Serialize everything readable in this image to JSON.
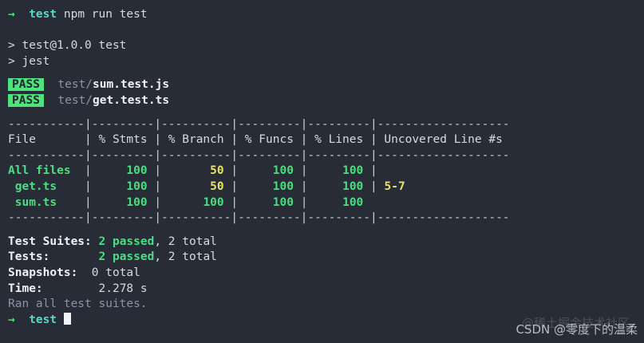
{
  "terminal": {
    "background_color": "#282c37",
    "foreground_color": "#d6dae3",
    "accent_green": "#4ade80",
    "badge_green": "#4ee47c",
    "warn_yellow": "#e5e36a",
    "prompt_symbol": "→",
    "prompt_dir": "test"
  },
  "command_line": {
    "command": "npm run test"
  },
  "npm_output": {
    "line1": "> test@1.0.0 test",
    "line2": "> jest"
  },
  "suites": [
    {
      "status": "PASS",
      "dir": "test/",
      "file": "sum.test.js"
    },
    {
      "status": "PASS",
      "dir": "test/",
      "file": "get.test.ts"
    }
  ],
  "coverage_table": {
    "separator": "-----------|---------|----------|---------|---------|-------------------",
    "headers": [
      "File",
      "% Stmts",
      "% Branch",
      "% Funcs",
      "% Lines",
      "Uncovered Line #s"
    ],
    "header_line": "File       | % Stmts | % Branch | % Funcs | % Lines | Uncovered Line #s ",
    "rows": [
      {
        "name": "All files",
        "name_cell": "All files  ",
        "stmts": "100",
        "branch": "50",
        "funcs": "100",
        "lines": "100",
        "uncovered": "",
        "stmts_cell": "     100 ",
        "branch_cell": "       50 ",
        "funcs_cell": "     100 ",
        "lines_cell": "     100 ",
        "uncovered_cell": "                   ",
        "stmts_state": "ok",
        "branch_state": "warn",
        "funcs_state": "ok",
        "lines_state": "ok"
      },
      {
        "name": "get.ts",
        "name_cell": " get.ts    ",
        "stmts": "100",
        "branch": "50",
        "funcs": "100",
        "lines": "100",
        "uncovered": "5-7",
        "stmts_cell": "     100 ",
        "branch_cell": "       50 ",
        "funcs_cell": "     100 ",
        "lines_cell": "     100 ",
        "uncovered_cell": " 5-7               ",
        "stmts_state": "ok",
        "branch_state": "warn",
        "funcs_state": "ok",
        "lines_state": "ok"
      },
      {
        "name": "sum.ts",
        "name_cell": " sum.ts    ",
        "stmts": "100",
        "branch": "100",
        "funcs": "100",
        "lines": "100",
        "uncovered": "",
        "stmts_cell": "     100 ",
        "branch_cell": "      100 ",
        "funcs_cell": "     100 ",
        "lines_cell": "     100 ",
        "uncovered_cell": "                   ",
        "stmts_state": "ok",
        "branch_state": "ok",
        "funcs_state": "ok",
        "lines_state": "ok"
      }
    ]
  },
  "summary": {
    "test_suites": {
      "label": "Test Suites:",
      "passed": "2 passed",
      "rest": ", 2 total"
    },
    "tests": {
      "label": "Tests:",
      "passed": "2 passed",
      "rest": ", 2 total"
    },
    "snapshots": {
      "label": "Snapshots:",
      "value": "0 total"
    },
    "time": {
      "label": "Time:",
      "value": "2.278 s"
    },
    "ran_all": "Ran all test suites."
  },
  "watermark": {
    "main": "CSDN @零度下的温柔",
    "ghost": "@稀土掘金技术社区"
  }
}
